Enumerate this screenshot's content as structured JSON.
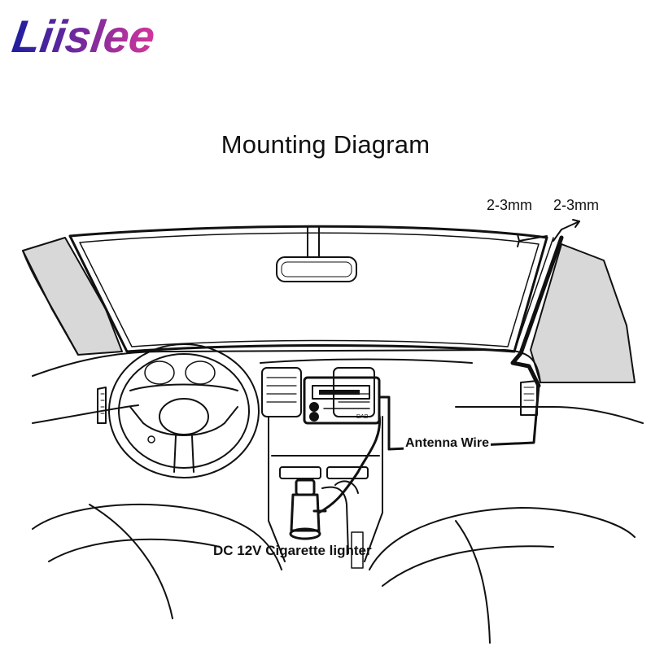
{
  "brand": {
    "name": "Liislee",
    "gradient": [
      "#1e1e9e",
      "#d2369b"
    ]
  },
  "title": "Mounting Diagram",
  "labels": {
    "gap_left": "2-3mm",
    "gap_right": "2-3mm",
    "antenna_wire": "Antenna Wire",
    "power": "DC 12V Cigarette lighter"
  },
  "radio_mark": "DAB"
}
